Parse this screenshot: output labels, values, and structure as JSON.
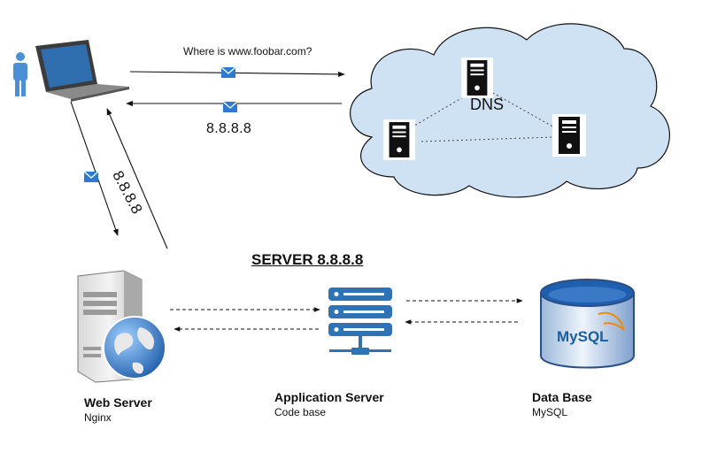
{
  "dns_query": "Where is www.foobar.com?",
  "dns_response_ip": "8.8.8.8",
  "client_request_ip": "8.8.8.8",
  "dns_label": "DNS",
  "server_title": "SERVER 8.8.8.8",
  "web_server": {
    "label": "Web Server",
    "sub": "Nginx"
  },
  "app_server": {
    "label": "Application Server",
    "sub": "Code base"
  },
  "database": {
    "label": "Data Base",
    "sub": "MySQL",
    "logo_text": "MySQL"
  },
  "colors": {
    "cloud_fill": "#cfe2f3",
    "envelope": "#2b7bd6",
    "app_server": "#2d73b6",
    "db_top": "#1f5fb0",
    "user": "#4a90d9"
  },
  "icons": [
    "user-icon",
    "laptop-icon",
    "envelope-icon",
    "dns-server-icon",
    "web-server-icon",
    "globe-icon",
    "application-server-icon",
    "database-icon"
  ]
}
